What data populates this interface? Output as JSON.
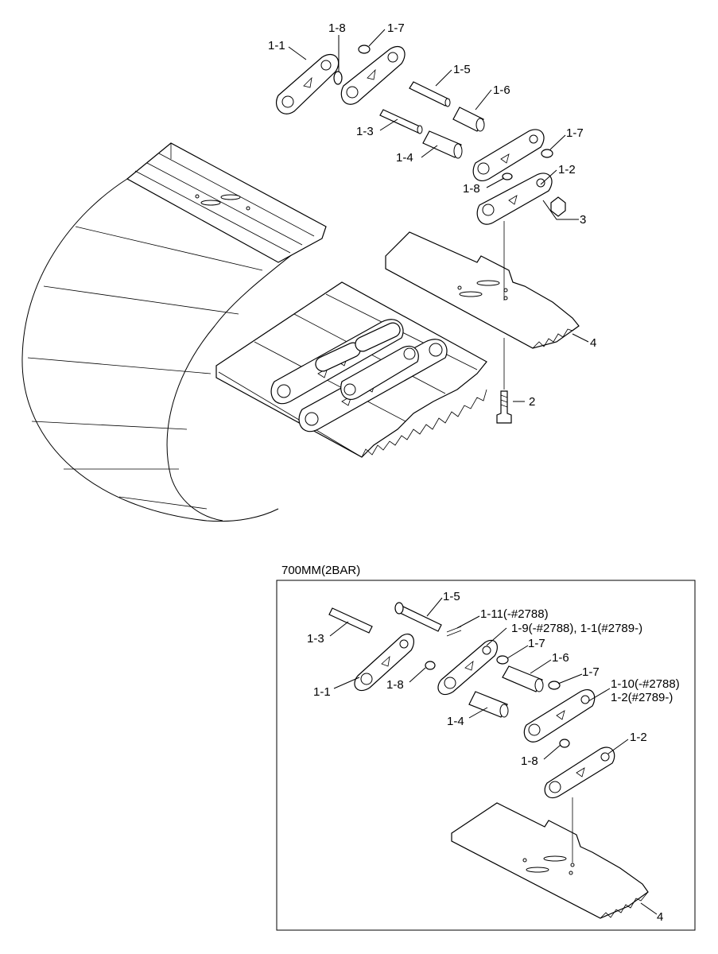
{
  "colors": {
    "ink": "#000000",
    "paper": "#ffffff"
  },
  "top_assembly": {
    "labels": {
      "l_1_1": "1-1",
      "l_1_8a": "1-8",
      "l_1_7a": "1-7",
      "l_1_5": "1-5",
      "l_1_6": "1-6",
      "l_1_3": "1-3",
      "l_1_4": "1-4",
      "l_1_7b": "1-7",
      "l_1_2": "1-2",
      "l_1_8b": "1-8",
      "l_3": "3",
      "l_4": "4",
      "l_2": "2"
    }
  },
  "inset": {
    "title": "700MM(2BAR)",
    "labels": {
      "l_1_5": "1-5",
      "l_1_11": "1-11(-#2788)",
      "l_1_9": "1-9(-#2788), 1-1(#2789-)",
      "l_1_3": "1-3",
      "l_1_7a": "1-7",
      "l_1_6": "1-6",
      "l_1_1": "1-1",
      "l_1_8a": "1-8",
      "l_1_7b": "1-7",
      "l_1_10": "1-10(-#2788)",
      "l_1_2b": "1-2(#2789-)",
      "l_1_4": "1-4",
      "l_1_2": "1-2",
      "l_1_8b": "1-8",
      "l_4": "4"
    }
  }
}
